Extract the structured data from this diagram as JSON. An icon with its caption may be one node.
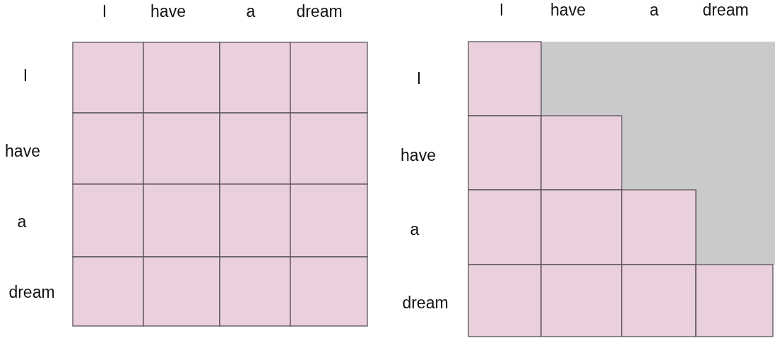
{
  "diagram": {
    "labels": [
      "I",
      "have",
      "a",
      "dream",
      "I",
      "have",
      "a",
      "dream",
      "I",
      "have",
      "a",
      "dream",
      "I",
      "have",
      "a",
      "dream"
    ]
  }
}
